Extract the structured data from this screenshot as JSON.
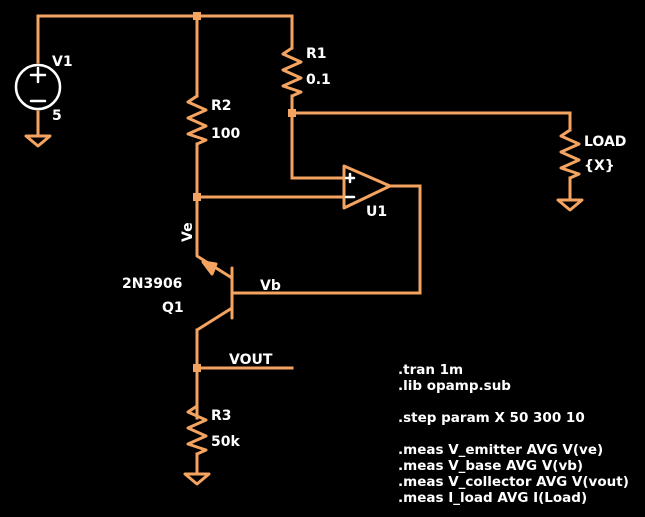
{
  "colors": {
    "background": "#000000",
    "wire": "#f4a460",
    "text": "#ffffff"
  },
  "components": {
    "v1": {
      "name": "V1",
      "value": "5"
    },
    "r1": {
      "name": "R1",
      "value": "0.1"
    },
    "r2": {
      "name": "R2",
      "value": "100"
    },
    "r3": {
      "name": "R3",
      "value": "50k"
    },
    "load": {
      "name": "LOAD",
      "value": "{X}"
    },
    "u1": {
      "name": "U1"
    },
    "q1": {
      "name": "Q1",
      "model": "2N3906"
    }
  },
  "nets": {
    "ve": "Ve",
    "vb": "Vb",
    "vout": "VOUT"
  },
  "directives": [
    ".tran 1m",
    ".lib opamp.sub",
    "",
    ".step param X 50 300 10",
    "",
    ".meas V_emitter AVG V(ve)",
    ".meas V_base AVG V(vb)",
    ".meas V_collector AVG V(vout)",
    ".meas I_load AVG I(Load)"
  ]
}
